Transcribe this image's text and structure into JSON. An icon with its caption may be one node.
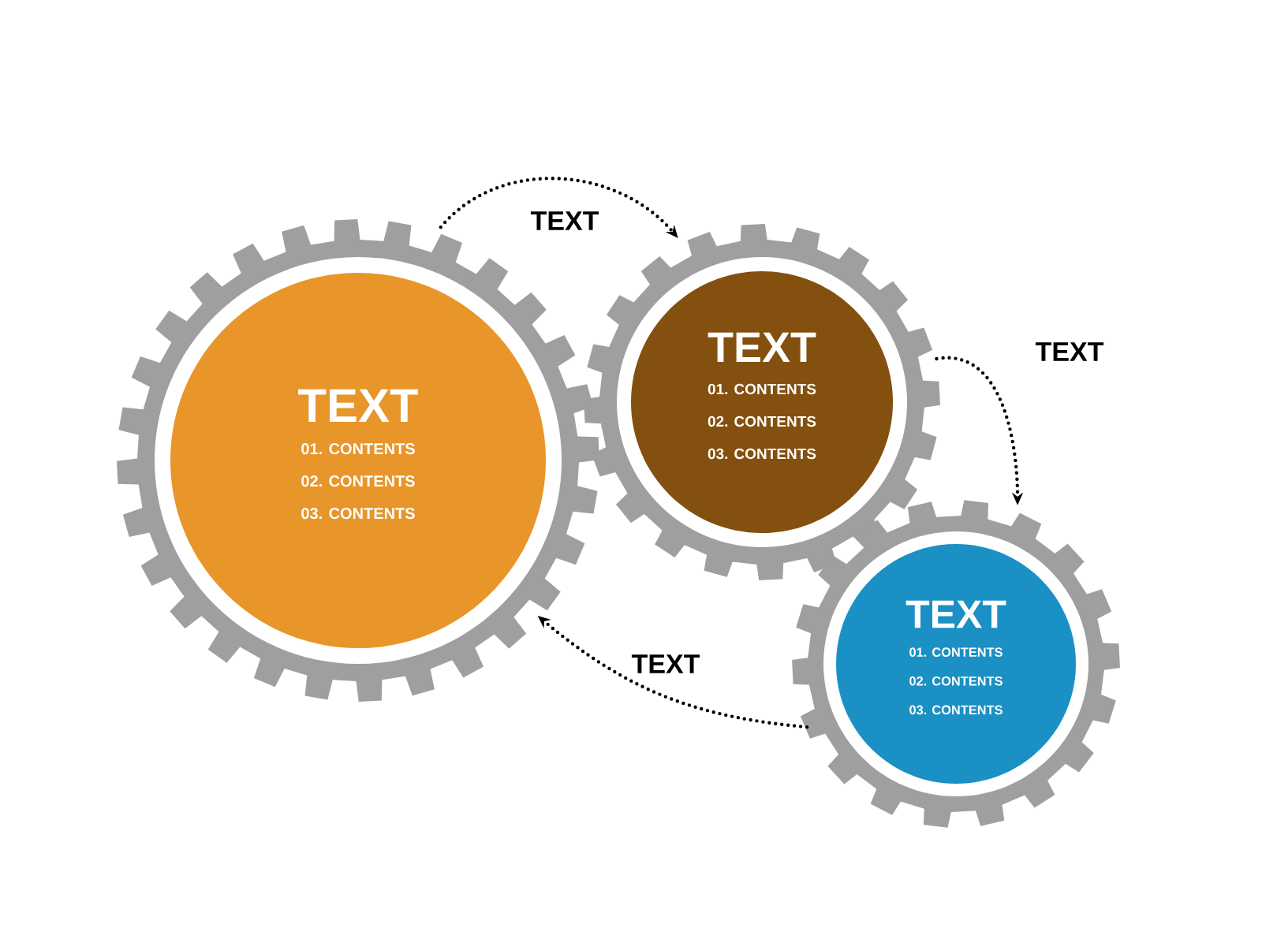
{
  "diagram": {
    "nodes": [
      {
        "text": [
          "TEXT",
          "01. CONTENTS",
          "02. CONTENTS",
          "03. CONTENTS"
        ]
      },
      {
        "text": [
          "TEXT",
          "01. CONTENTS",
          "02. CONTENTS",
          "03. CONTENTS"
        ]
      },
      {
        "text": [
          "TEXT",
          "01. CONTENTS",
          "02. CONTENTS",
          "03. CONTENTS"
        ]
      }
    ],
    "edges": [
      {
        "from": 0,
        "to": 1,
        "arrow": "to",
        "label": "TEXT"
      },
      {
        "from": 1,
        "to": 2,
        "arrow": "to",
        "label": "TEXT"
      },
      {
        "from": 2,
        "to": 0,
        "arrow": "to",
        "label": "TEXT"
      }
    ]
  }
}
